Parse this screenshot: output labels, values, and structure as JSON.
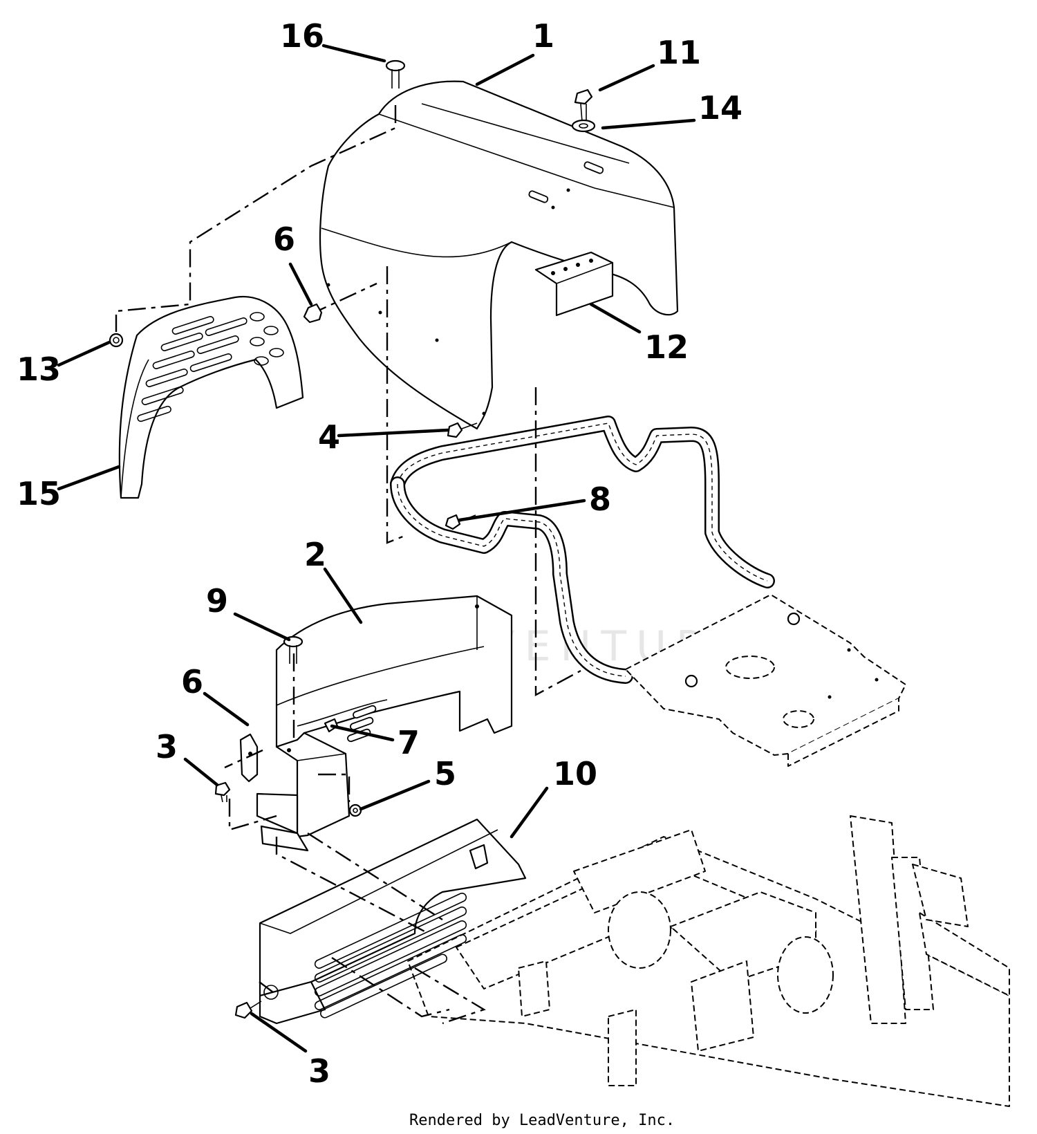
{
  "callouts": {
    "c16": "16",
    "c1": "1",
    "c11": "11",
    "c14": "14",
    "c6a": "6",
    "c12": "12",
    "c13": "13",
    "c4": "4",
    "c15": "15",
    "c8": "8",
    "c2": "2",
    "c9": "9",
    "c6b": "6",
    "c7": "7",
    "c3a": "3",
    "c5": "5",
    "c10": "10",
    "c3b": "3"
  },
  "footer": "Rendered by LeadVenture, Inc.",
  "watermark": "LEADVENTURE"
}
